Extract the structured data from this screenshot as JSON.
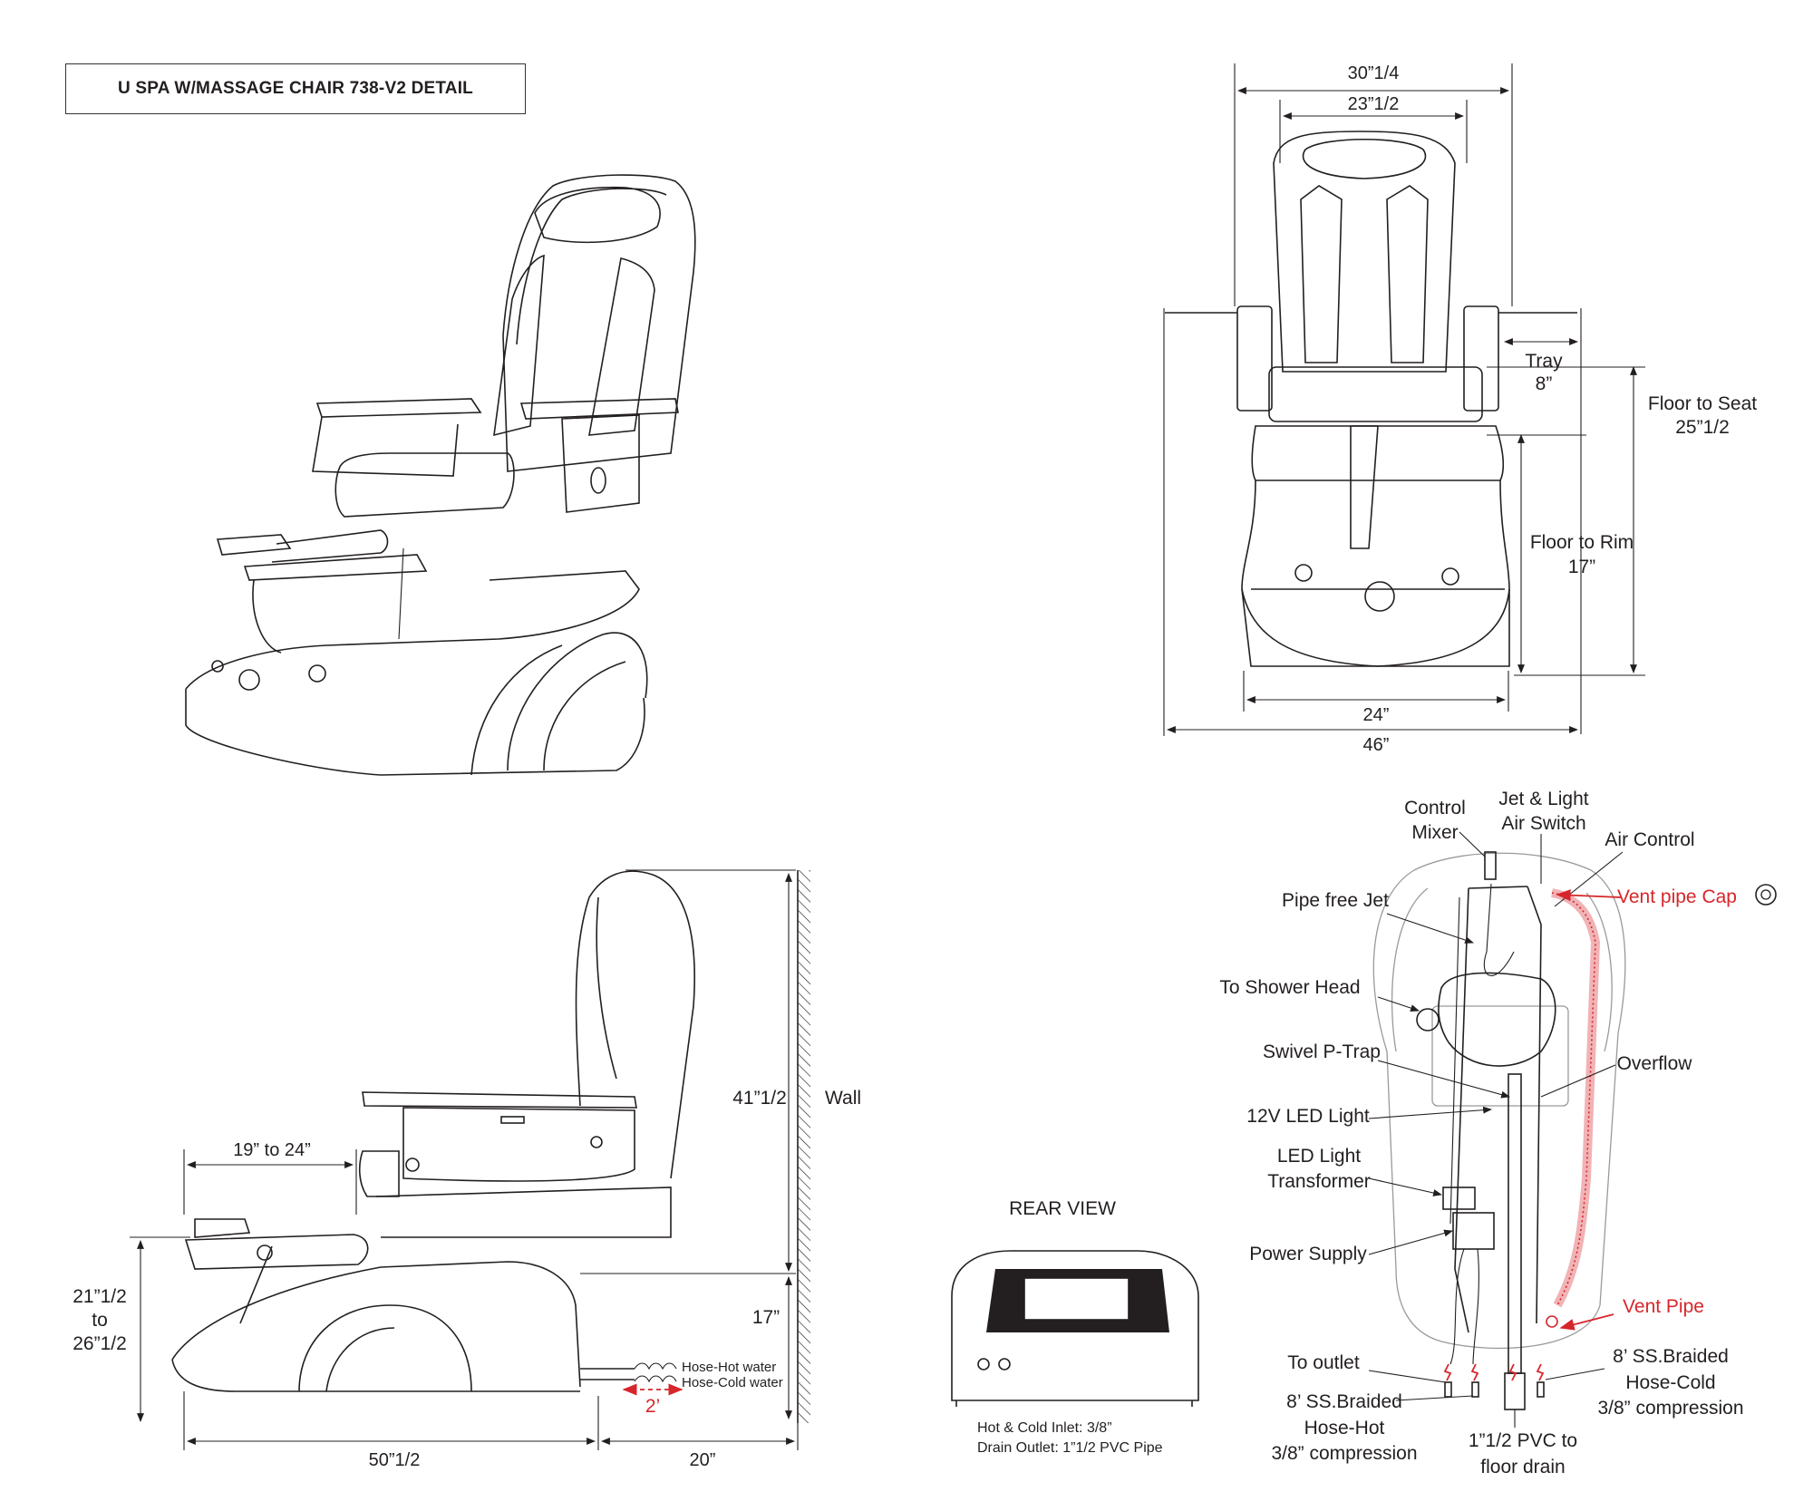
{
  "title": "U SPA W/MASSAGE CHAIR 738-V2 DETAIL",
  "front_view": {
    "dims": {
      "overall_top": "30”1/4",
      "inner_top": "23”1/2",
      "tray": "Tray",
      "tray_value": "8”",
      "floor_to_seat": "Floor to Seat",
      "floor_to_seat_value": "25”1/2",
      "floor_to_rim": "Floor to Rim",
      "floor_to_rim_value": "17”",
      "base_width": "24”",
      "overall_width": "46”"
    }
  },
  "side_view": {
    "dims": {
      "footrest": "19” to 24”",
      "height": "41”1/2",
      "wall": "Wall",
      "rim": "17”",
      "footrest_height_a": "21”1/2",
      "footrest_height_to": "to",
      "footrest_height_b": "26”1/2",
      "length": "50”1/2",
      "clearance": "20”",
      "hose_hot": "Hose-Hot water",
      "hose_cold": "Hose-Cold water",
      "hose_length": "2’"
    }
  },
  "rear_view": {
    "title": "REAR VIEW",
    "inlet": "Hot & Cold Inlet: 3/8”",
    "drain": "Drain Outlet: 1”1/2 PVC Pipe"
  },
  "plumbing": {
    "labels": {
      "control_mixer_1": "Control",
      "control_mixer_2": "Mixer",
      "jet_light_1": "Jet & Light",
      "jet_light_2": "Air Switch",
      "air_control": "Air Control",
      "vent_cap": "Vent pipe Cap",
      "pipe_free_jet": "Pipe free Jet",
      "shower_head": "To Shower Head",
      "p_trap": "Swivel P-Trap",
      "overflow": "Overflow",
      "led_light": "12V LED Light",
      "transformer_1": "LED Light",
      "transformer_2": "Transformer",
      "power_supply": "Power Supply",
      "vent_pipe": "Vent Pipe",
      "to_outlet": "To outlet",
      "hose_cold_1": "8’ SS.Braided",
      "hose_cold_2": "Hose-Cold",
      "hose_cold_3": "3/8” compression",
      "hose_hot_1": "8’ SS.Braided",
      "hose_hot_2": "Hose-Hot",
      "hose_hot_3": "3/8” compression",
      "drain_1": "1”1/2 PVC to",
      "drain_2": "floor drain"
    }
  },
  "colors": {
    "ink": "#231f20",
    "accent_red": "#d7262b",
    "ghost": "#9a9a9a"
  }
}
